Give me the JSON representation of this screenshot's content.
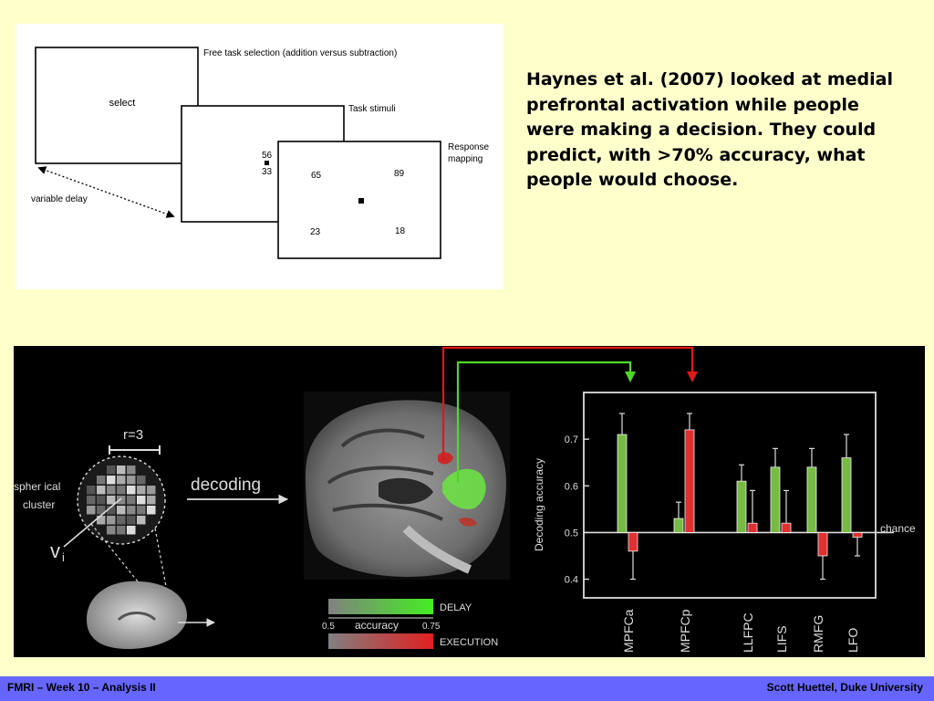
{
  "slide": {
    "body_text": "Haynes et al. (2007) looked at medial prefrontal activation while people were making a decision. They could predict, with >70% accuracy, what people would choose."
  },
  "task_diagram": {
    "caption_1": "Free task selection (addition versus subtraction)",
    "box_1_label": "select",
    "caption_2": "Task stimuli",
    "stim_top": "56",
    "stim_bottom": "33",
    "caption_3_line1": "Response",
    "caption_3_line2": "mapping",
    "resp_tl": "65",
    "resp_tr": "89",
    "resp_bl": "23",
    "resp_br": "18",
    "delay_label": "variable delay"
  },
  "figure": {
    "radius_label": "r=3",
    "cluster_label_line1": "spher ical",
    "cluster_label_line2": "cluster",
    "voxel_label": "v",
    "voxel_sub": "i",
    "decoding_label": "decoding",
    "colorbar": {
      "delay_label": "DELAY",
      "execution_label": "EXECUTION",
      "min_label": "0.5",
      "mid_label": "accuracy",
      "max_label": "0.75",
      "delay_color": "#44ee22",
      "execution_color": "#e02020"
    }
  },
  "chart_data": {
    "type": "bar",
    "ylabel": "Decoding accuracy",
    "chance_label": "chance",
    "chance_value": 0.5,
    "ylim": [
      0.36,
      0.8
    ],
    "yticks": [
      0.4,
      0.5,
      0.6,
      0.7
    ],
    "categories": [
      "MPFCa",
      "MPFCp",
      "LLFPC",
      "LIFS",
      "RMFG",
      "LFO"
    ],
    "series": [
      {
        "name": "DELAY",
        "color": "#77bb44",
        "values": [
          0.71,
          0.53,
          0.61,
          0.64,
          0.64,
          0.66
        ],
        "errors": [
          0.045,
          0.035,
          0.035,
          0.04,
          0.04,
          0.05
        ]
      },
      {
        "name": "EXECUTION",
        "color": "#e03030",
        "values": [
          0.46,
          0.72,
          0.52,
          0.52,
          0.45,
          0.49
        ],
        "errors": [
          0.06,
          0.035,
          0.07,
          0.07,
          0.05,
          0.04
        ]
      }
    ]
  },
  "footer": {
    "left": "FMRI – Week 10 – Analysis II",
    "right": "Scott Huettel, Duke University"
  }
}
